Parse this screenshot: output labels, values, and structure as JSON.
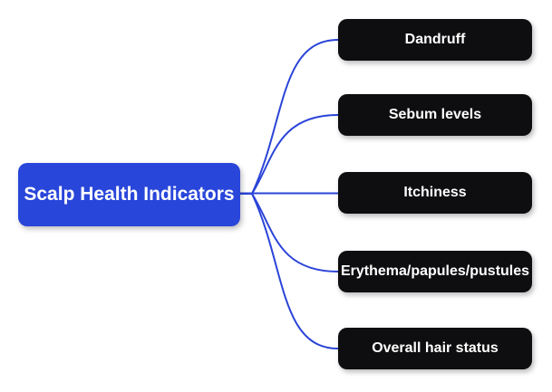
{
  "diagram": {
    "type": "mindmap",
    "root": {
      "label": "Scalp Health Indicators"
    },
    "children": [
      {
        "label": "Dandruff"
      },
      {
        "label": "Sebum levels"
      },
      {
        "label": "Itchiness"
      },
      {
        "label": "Erythema/papules/pustules"
      },
      {
        "label": "Overall hair status"
      }
    ]
  },
  "colors": {
    "root_bg": "#2946DA",
    "child_bg": "#0E0E10",
    "connector": "#2B44D8",
    "text": "#FFFFFF",
    "background": "#FFFFFF"
  }
}
